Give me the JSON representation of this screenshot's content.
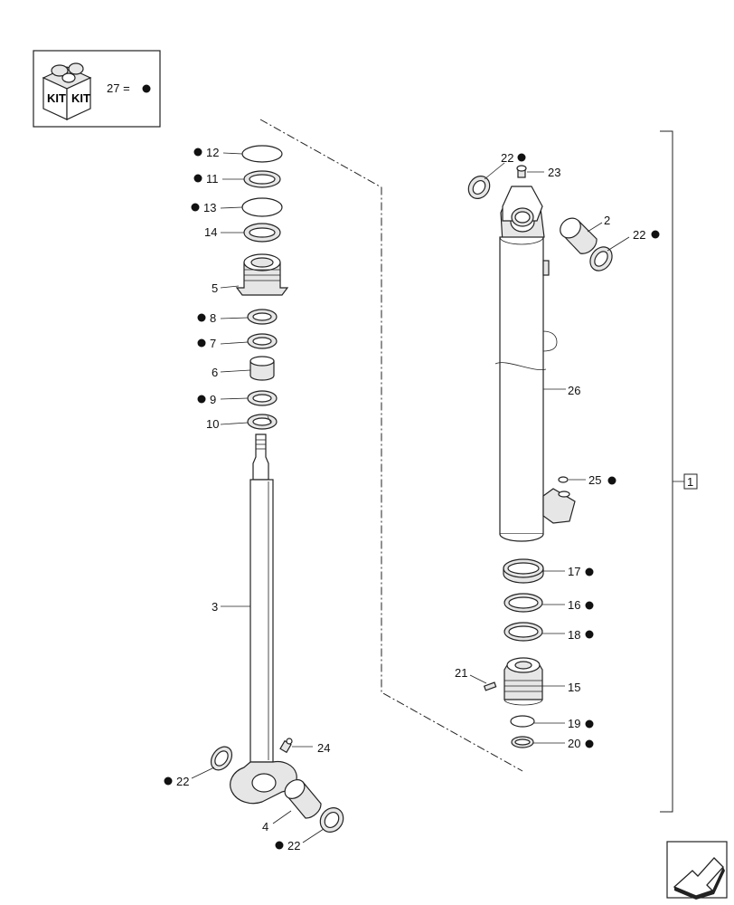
{
  "kit_box": {
    "kit_text_left": "KIT",
    "kit_text_right": "KIT",
    "legend": "27 ="
  },
  "group_label": "1",
  "callouts": {
    "c12": "12",
    "c11": "11",
    "c13": "13",
    "c14": "14",
    "c5": "5",
    "c8": "8",
    "c7": "7",
    "c6": "6",
    "c9": "9",
    "c10": "10",
    "c3": "3",
    "c24": "24",
    "c22_left": "22",
    "c4": "4",
    "c22_bottom": "22",
    "c22_top": "22",
    "c23": "23",
    "c2": "2",
    "c22_right": "22",
    "c26": "26",
    "c25": "25",
    "c17": "17",
    "c16": "16",
    "c18": "18",
    "c21": "21",
    "c15": "15",
    "c19": "19",
    "c20": "20"
  }
}
